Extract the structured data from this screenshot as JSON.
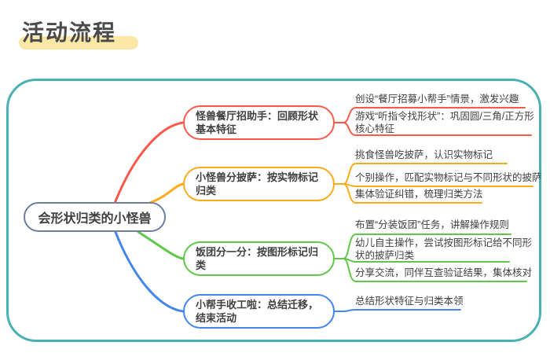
{
  "title": {
    "text": "活动流程"
  },
  "center": {
    "label": "会形状归类的小怪兽"
  },
  "branches": [
    {
      "label": "怪兽餐厅招助手：回顾形状基本特征",
      "color": "#fa5a4b",
      "leaves": [
        "创设“餐厅招募小帮手”情景，激发兴趣",
        "游戏“听指令找形状”：巩固圆/三角/正方形核心特征"
      ]
    },
    {
      "label": "小怪兽分披萨：按实物标记归类",
      "color": "#fbab1c",
      "leaves": [
        "挑食怪兽吃披萨，认识实物标记",
        "个别操作，匹配实物标记与不同形状的披萨",
        "集体验证纠错，梳理归类方法"
      ]
    },
    {
      "label": "饭团分一分：按图形标记归类",
      "color": "#5fc74a",
      "leaves": [
        "布置“分装饭团”任务，讲解操作规则",
        "幼儿自主操作，尝试按图形标记给不同形状的披萨归类",
        "分享交流，同伴互查验证结果，集体核对"
      ]
    },
    {
      "label": "小帮手收工啦：总结迁移，结束活动",
      "color": "#4486ec",
      "leaves": [
        "总结形状特征与归类本领"
      ]
    }
  ],
  "colors": {
    "frame_border": "#4ab1b3",
    "title_highlight": "#fbe8a6",
    "title_text": "#4a4a4a",
    "center_border": "#6e7f9e",
    "text": "#3f3f3f"
  }
}
